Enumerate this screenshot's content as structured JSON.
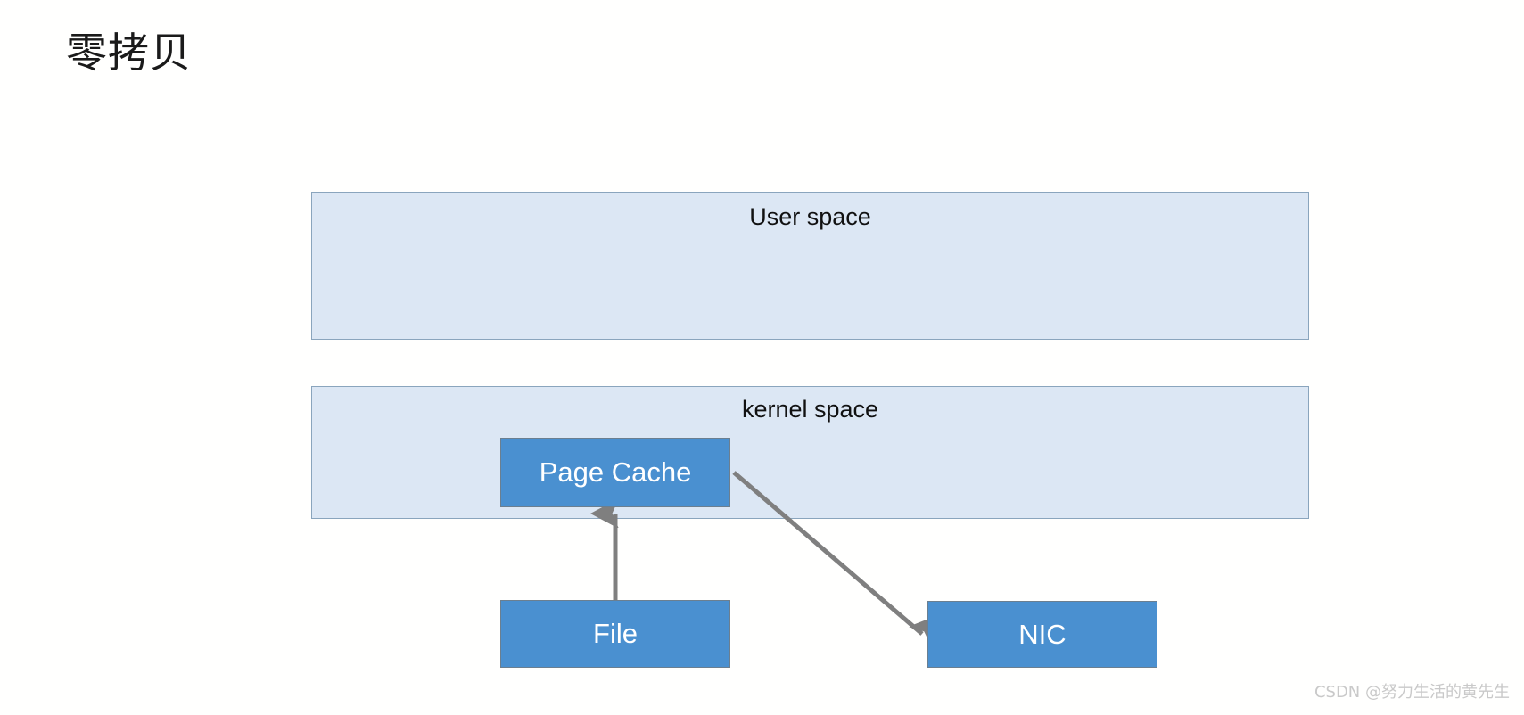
{
  "slide": {
    "title": "零拷贝",
    "background_color": "#ffffff"
  },
  "diagram": {
    "containers": [
      {
        "id": "user-space",
        "label": "User space",
        "fill_color": "#dce7f4",
        "border_color": "#8aa5bd"
      },
      {
        "id": "kernel-space",
        "label": "kernel space",
        "fill_color": "#dce7f4",
        "border_color": "#8aa5bd"
      }
    ],
    "nodes": [
      {
        "id": "page-cache",
        "label": "Page Cache",
        "fill_color": "#4a90d0",
        "text_color": "#ffffff"
      },
      {
        "id": "file",
        "label": "File",
        "fill_color": "#4a90d0",
        "text_color": "#ffffff"
      },
      {
        "id": "nic",
        "label": "NIC",
        "fill_color": "#4a90d0",
        "text_color": "#ffffff"
      }
    ],
    "arrows": [
      {
        "id": "file-to-page-cache",
        "from": "file",
        "to": "page-cache",
        "color": "#7f7f7f",
        "direction": "up"
      },
      {
        "id": "page-cache-to-nic",
        "from": "page-cache",
        "to": "nic",
        "color": "#7f7f7f",
        "direction": "down-right"
      }
    ]
  },
  "watermark": {
    "text": "CSDN @努力生活的黄先生",
    "color": "#c9c9c9"
  }
}
